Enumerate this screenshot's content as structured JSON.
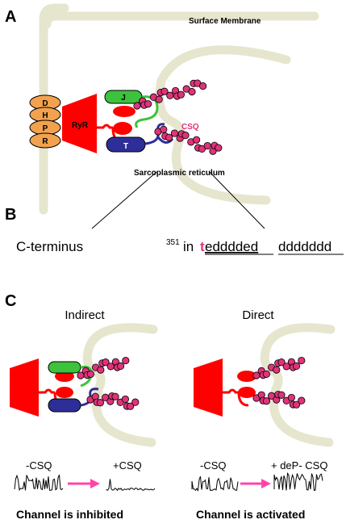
{
  "panels": {
    "a": {
      "letter": "A",
      "surface_membrane": "Surface Membrane",
      "sr_label": "Sarcoplasmic reticulum",
      "dhpr_letters": [
        "D",
        "H",
        "P",
        "R"
      ],
      "ryr": "RyR",
      "junctin": "J",
      "triadin": "T",
      "csq": "CSQ"
    },
    "b": {
      "letter": "B",
      "c_terminus": "C-terminus",
      "residue_number": "351",
      "seq_prefix": "in",
      "seq_highlight": "t",
      "seq_underlined_1": "edddded",
      "seq_underlined_2": "ddddddd"
    },
    "c": {
      "letter": "C",
      "left_title": "Indirect",
      "right_title": "Direct",
      "left_before": "-CSQ",
      "left_after": "+CSQ",
      "right_before": "-CSQ",
      "right_after": "+ deP- CSQ",
      "left_result": "Channel is inhibited",
      "right_result": "Channel is activated"
    }
  },
  "colors": {
    "membrane": "#e6e6cf",
    "dhpr": "#f2a24e",
    "ryr": "#ff0000",
    "junctin": "#3cc23c",
    "triadin": "#2e2e99",
    "csq": "#e0337a",
    "highlight_t": "#e0337a",
    "arrow": "#ff44aa"
  }
}
